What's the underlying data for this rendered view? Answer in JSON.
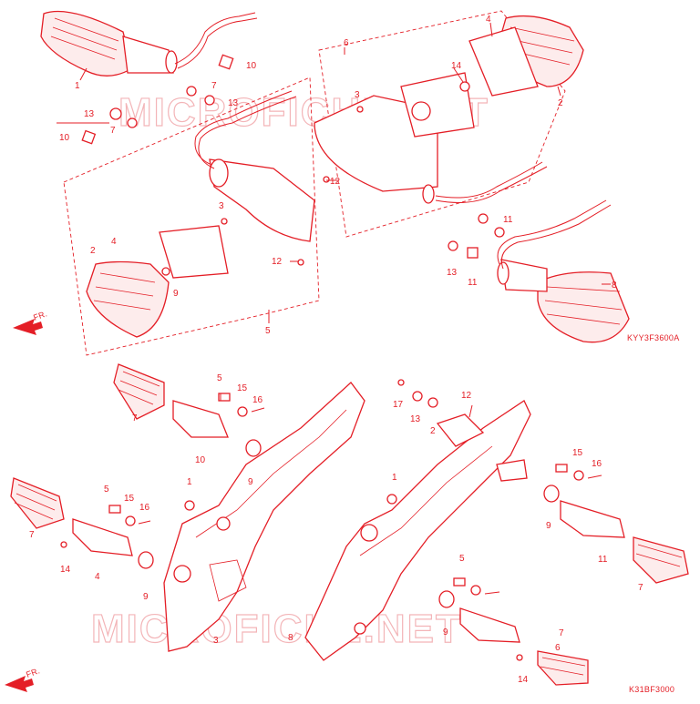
{
  "watermark": "MICROFICHE.NET",
  "diagram_codes": {
    "top": "KYY3F3600A",
    "bottom": "K31BF3000"
  },
  "direction_label": "FR.",
  "callouts_top": [
    "1",
    "2",
    "2",
    "3",
    "3",
    "4",
    "4",
    "5",
    "6",
    "7",
    "7",
    "8",
    "9",
    "10",
    "10",
    "11",
    "11",
    "12",
    "12",
    "13",
    "13",
    "13",
    "14"
  ],
  "callouts_bottom": [
    "1",
    "1",
    "2",
    "3",
    "4",
    "5",
    "5",
    "5",
    "6",
    "7",
    "7",
    "7",
    "7",
    "8",
    "9",
    "9",
    "9",
    "9",
    "10",
    "11",
    "12",
    "13",
    "14",
    "14",
    "15",
    "15",
    "15",
    "16",
    "16",
    "16",
    "17"
  ],
  "colors": {
    "line": "#e41e26",
    "watermark": "#f3b5b8",
    "background": "#ffffff"
  }
}
